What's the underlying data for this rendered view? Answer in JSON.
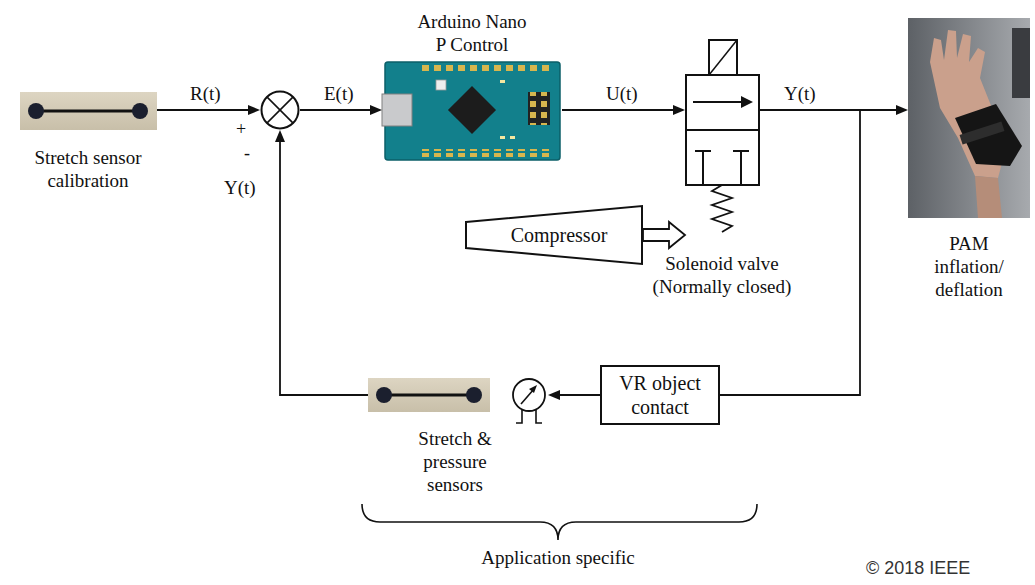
{
  "diagram": {
    "nodes": [
      {
        "text": [
          "Stretch sensor calibration"
        ]
      },
      {
        "text": [
          "+",
          "-"
        ]
      },
      {
        "text": [
          "Arduino Nano P Control"
        ]
      },
      {
        "text": [
          "Solenoid valve (Normally closed)"
        ]
      },
      {
        "text": [
          "Compressor"
        ]
      },
      {
        "text": [
          "PAM inflation/ deflation"
        ]
      },
      {
        "text": [
          "VR object contact"
        ]
      },
      {
        "text": [
          "Stretch & pressure sensors"
        ]
      }
    ],
    "edges": [
      {
        "from": 0,
        "to": 1,
        "label": "R(t)",
        "arrow": "to"
      },
      {
        "from": 1,
        "to": 2,
        "label": "E(t)",
        "arrow": "to"
      },
      {
        "from": 2,
        "to": 3,
        "label": "U(t)",
        "arrow": "to"
      },
      {
        "from": 3,
        "to": 5,
        "label": "Y(t)",
        "arrow": "to"
      },
      {
        "from": 4,
        "to": 3,
        "arrow": "to"
      },
      {
        "from": 3,
        "to": 6,
        "arrow": "none"
      },
      {
        "from": 6,
        "to": 7,
        "arrow": "to"
      },
      {
        "from": 7,
        "to": 1,
        "label": "Y(t)",
        "arrow": "to"
      }
    ],
    "labels": [
      "Application specific",
      "© 2018 IEEE"
    ]
  }
}
